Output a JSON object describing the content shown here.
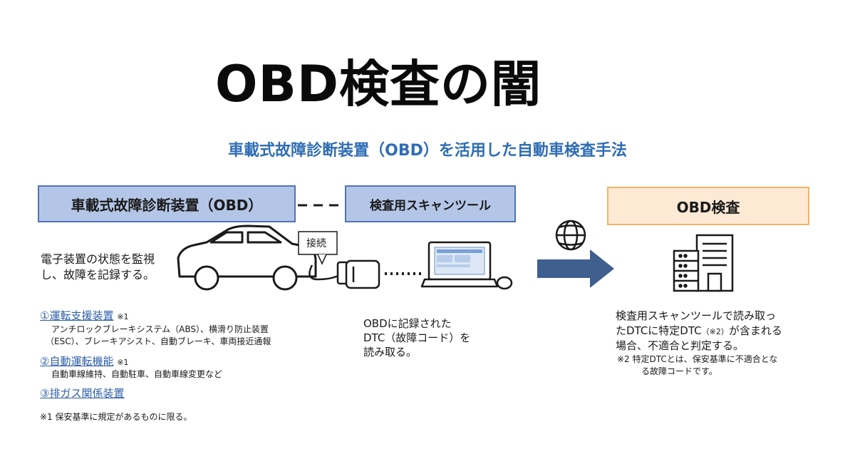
{
  "title": "OBD検査の闇",
  "subtitle": "車載式故障診断装置（OBD）を活用した自動車検査手法",
  "boxes": {
    "obd_device": "車載式故障診断装置（OBD）",
    "scan_tool": "検査用スキャンツール",
    "obd_inspection": "OBD検査"
  },
  "connection_label": "接続",
  "left": {
    "description_line1": "電子装置の状態を監視",
    "description_line2": "し、故障を記録する。",
    "items": [
      {
        "label": "①運転支援装置",
        "mark": "※1",
        "detail_line1": "アンチロックブレーキシステム（ABS）、横滑り防止装置",
        "detail_line2": "（ESC）、ブレーキアシスト、自動ブレーキ、車両接近通報"
      },
      {
        "label": "②自動運転機能",
        "mark": "※1",
        "detail_line1": "自動車線維持、自動駐車、自動車線変更など"
      },
      {
        "label": "③排ガス関係装置"
      }
    ],
    "footnote": "※1 保安基準に規定があるものに限る。"
  },
  "center": {
    "line1": "OBDに記録された",
    "line2": "DTC（故障コード）を",
    "line3": "読み取る。"
  },
  "right": {
    "line1": "検査用スキャンツールで読み取っ",
    "line2_a": "たDTCに特定DTC",
    "line2_mark": "（※2）",
    "line2_b": "が含まれる",
    "line3": "場合、不適合と判定する。",
    "note_line1": "※2  特定DTCとは、保安基準に不適合とな",
    "note_line2": "る故障コードです。"
  },
  "icons": [
    "car-icon",
    "obd-connector-icon",
    "laptop-icon",
    "globe-icon",
    "arrow-right-icon",
    "server-building-icon"
  ],
  "colors": {
    "accent_blue": "#2e6db4",
    "box_blue_fill": "#b4c6e7",
    "box_blue_border": "#4f74b4",
    "box_orange_fill": "#fde9d4",
    "box_orange_border": "#f4b26a",
    "arrow_blue": "#3f5f8f"
  }
}
